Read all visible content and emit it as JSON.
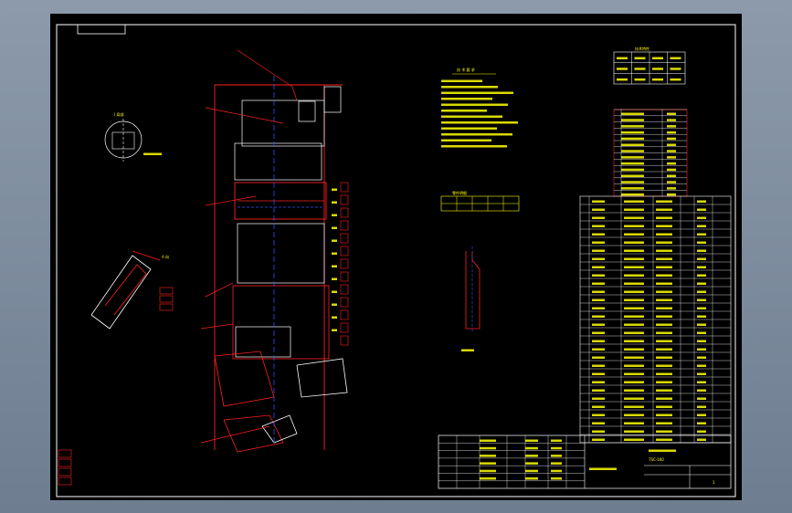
{
  "colors": {
    "background": "#000000",
    "frame": "#ffffff",
    "outline": "#ff2020",
    "centerline": "#3050ff",
    "text": "#ffff00"
  },
  "drawing": {
    "title": "技 术 要 求",
    "detail_label": "I 局部",
    "view_label": "A 向",
    "block_code": "TSC-160",
    "sheet": "1"
  },
  "tables": {
    "params_header": "技术特性",
    "small_table_header": "零件明细",
    "notes_lines": 12,
    "parts_rows": 30,
    "right_rows": 14
  }
}
